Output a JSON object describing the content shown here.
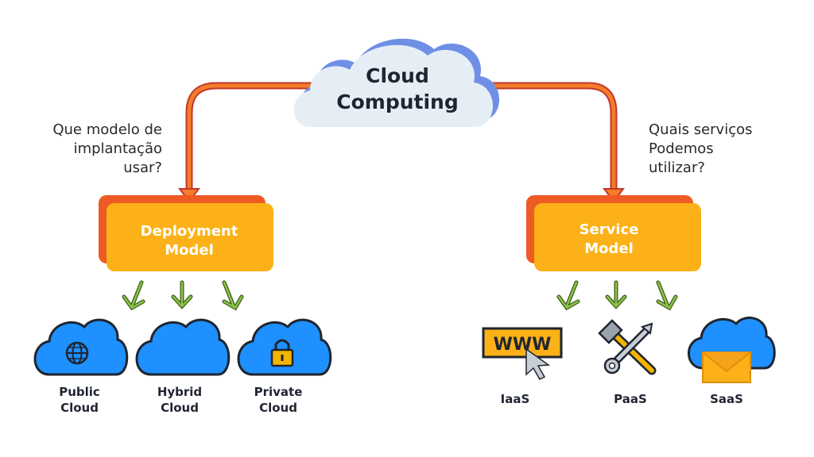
{
  "center": {
    "line1": "Cloud",
    "line2": "Computing"
  },
  "questions": {
    "left": [
      "Que modelo de",
      "implantação",
      "usar?"
    ],
    "right": [
      "Quais serviços",
      "Podemos",
      "utilizar?"
    ]
  },
  "deployment": {
    "line1": "Deployment",
    "line2": "Model",
    "items": [
      {
        "line1": "Public",
        "line2": "Cloud",
        "icon": "globe-icon"
      },
      {
        "line1": "Hybrid",
        "line2": "Cloud",
        "icon": "cloud-icon"
      },
      {
        "line1": "Private",
        "line2": "Cloud",
        "icon": "lock-icon"
      }
    ]
  },
  "service": {
    "line1": "Service",
    "line2": "Model",
    "items": [
      {
        "label": "IaaS",
        "icon": "www-cursor-icon",
        "icon_text": "WWW"
      },
      {
        "label": "PaaS",
        "icon": "tools-icon"
      },
      {
        "label": "SaaS",
        "icon": "cloud-mail-icon"
      }
    ]
  },
  "colors": {
    "box_front": "#fbb117",
    "box_back": "#ee5a24",
    "arrow": "#f57c2b",
    "down_arrow": "#6b9d2e",
    "cloud_icon": "#1e90ff",
    "main_cloud": "#e6eef5",
    "main_cloud_shadow": "#6f8fe6"
  }
}
